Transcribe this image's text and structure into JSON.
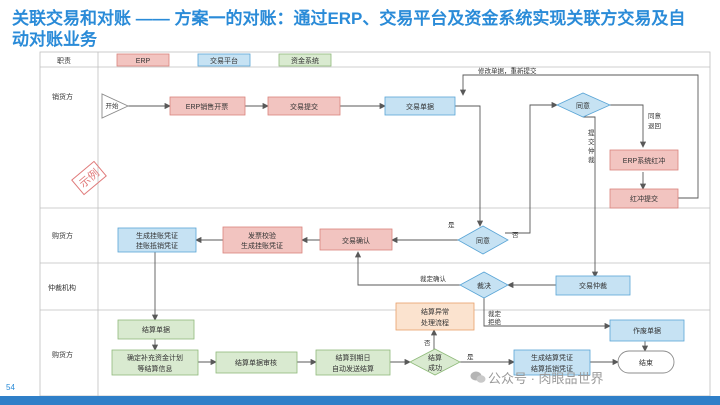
{
  "title": "关联交易和对账 —— 方案一的对账：通过ERP、交易平台及资金系统实现关联方交易及自动对账业务",
  "legend": {
    "header": "职责",
    "erp": "ERP",
    "platform": "交易平台",
    "fund": "资金系统"
  },
  "lanes": [
    "销货方",
    "购货方",
    "仲裁机构",
    "购货方"
  ],
  "stamp": "示例",
  "nodes": {
    "start": "开始",
    "erp_invoice": "ERP销售开票",
    "trade_submit": "交易提交",
    "trade_doc": "交易单据",
    "agree1": "同意",
    "erp_red": "ERP系统红冲",
    "red_submit": "红冲提交",
    "agree2": "同意",
    "trade_confirm": "交易确认",
    "invoice_check_1": "发票校验",
    "invoice_check_2": "生成挂账凭证",
    "gen_voucher_1": "生成挂账凭证",
    "gen_voucher_2": "挂账抵销凭证",
    "arbitrate": "裁决",
    "trade_arb": "交易仲裁",
    "settle_doc": "结算单据",
    "settle_abn_1": "结算异常",
    "settle_abn_2": "处理流程",
    "void_doc": "作废单据",
    "fund_plan_1": "确定补充资金计划",
    "fund_plan_2": "等结算信息",
    "settle_review": "结算单据审核",
    "auto_send_1": "结算到期日",
    "auto_send_2": "自动发送结算",
    "settle_ok_1": "结算",
    "settle_ok_2": "成功",
    "gen_settle_1": "生成结算凭证",
    "gen_settle_2": "结算抵销凭证",
    "end": "结束"
  },
  "labels": {
    "modify_resubmit": "修改单据，重新提交",
    "agree_red_1": "同意",
    "agree_red_2": "退回",
    "submit_arb_1": "提",
    "submit_arb_2": "交",
    "submit_arb_3": "仲",
    "submit_arb_4": "裁",
    "yes1": "是",
    "no1": "否",
    "arb_confirm": "裁定确认",
    "arb_reject_1": "裁定",
    "arb_reject_2": "拒绝",
    "no2": "否",
    "yes2": "是"
  },
  "watermark": "公众号 · 肉眼品世界",
  "page_number": "54",
  "colors": {
    "erp": "#f2c4c0",
    "erp_border": "#d9837c",
    "platform": "#c6e2f3",
    "platform_border": "#5aa5d6",
    "fund": "#d9ead0",
    "fund_border": "#8fba7a",
    "abnormal": "#fbe3cf",
    "abnormal_border": "#e8a06a",
    "arrow": "#595959",
    "title": "#2a8bd8"
  }
}
